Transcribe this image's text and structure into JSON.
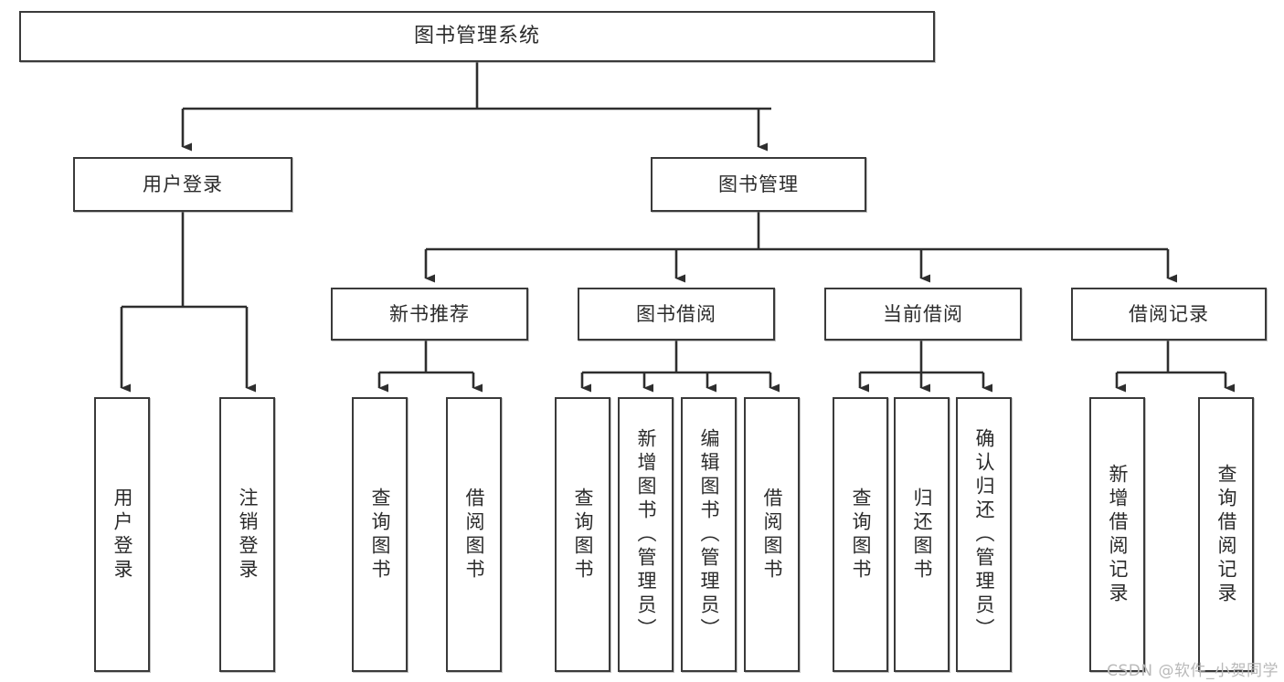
{
  "diagram": {
    "title": "图书管理系统",
    "type": "hierarchy-tree",
    "watermark": "CSDN @软件_小贺同学",
    "colors": {
      "border": "#3a3a3a",
      "text": "#2b2b2b",
      "background": "#ffffff",
      "watermark": "#b9b9b9"
    },
    "root": {
      "label": "图书管理系统"
    },
    "level2": [
      {
        "label": "用户登录"
      },
      {
        "label": "图书管理"
      }
    ],
    "level3": [
      {
        "label": "新书推荐"
      },
      {
        "label": "图书借阅"
      },
      {
        "label": "当前借阅"
      },
      {
        "label": "借阅记录"
      }
    ],
    "leaves": {
      "user_login": [
        {
          "label": "用户登录"
        },
        {
          "label": "注销登录"
        }
      ],
      "new_book_recommend": [
        {
          "label": "查询图书"
        },
        {
          "label": "借阅图书"
        }
      ],
      "book_borrow": [
        {
          "label": "查询图书"
        },
        {
          "label": "新增图书（管理员）"
        },
        {
          "label": "编辑图书（管理员）"
        },
        {
          "label": "借阅图书"
        }
      ],
      "current_borrow": [
        {
          "label": "查询图书"
        },
        {
          "label": "归还图书"
        },
        {
          "label": "确认归还（管理员）"
        }
      ],
      "borrow_record": [
        {
          "label": "新增借阅记录"
        },
        {
          "label": "查询借阅记录"
        }
      ]
    }
  }
}
